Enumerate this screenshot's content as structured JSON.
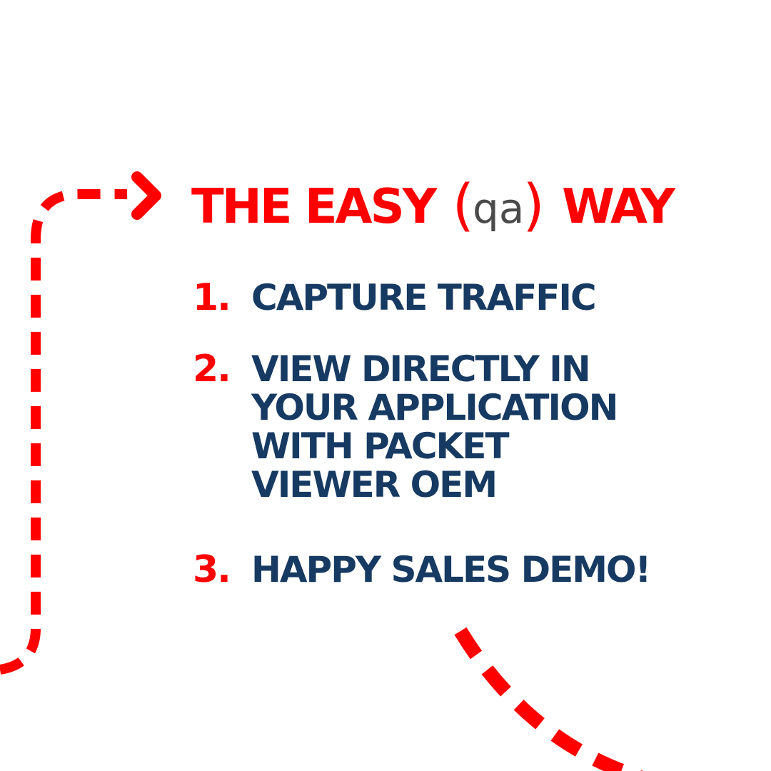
{
  "title": {
    "prefix": "THE EASY",
    "logo_open": "(",
    "logo_text": "qa",
    "logo_close": ")",
    "suffix": "WAY"
  },
  "steps": [
    {
      "number": "1.",
      "text": "CAPTURE TRAFFIC"
    },
    {
      "number": "2.",
      "text": "VIEW DIRECTLY IN YOUR APPLICATION WITH PACKET VIEWER OEM"
    },
    {
      "number": "3.",
      "text": "HAPPY SALES DEMO!"
    }
  ],
  "colors": {
    "accent": "#ff0000",
    "text_navy": "#163a62",
    "logo_gray": "#4a4a4a",
    "background": "#ffffff"
  },
  "icons": {
    "flow_path": "dashed-flow-line",
    "arrow": "arrow-right-icon",
    "curve": "dashed-curve"
  }
}
